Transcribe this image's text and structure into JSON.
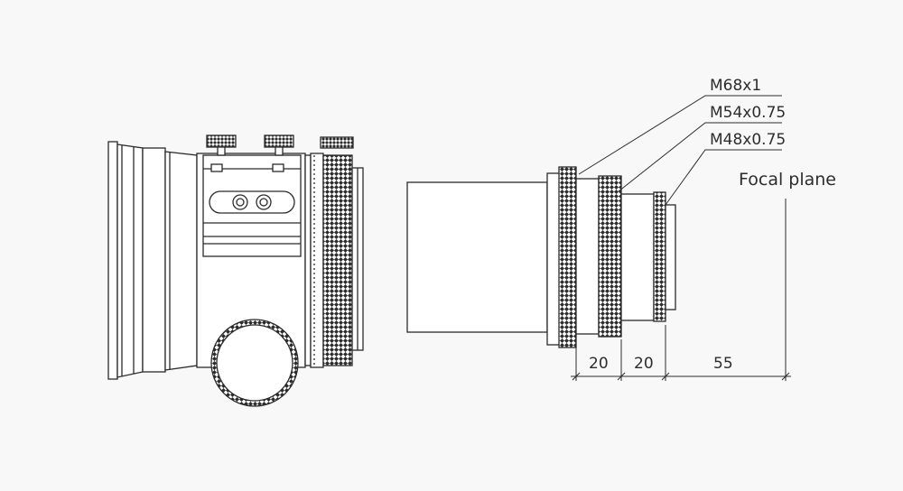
{
  "diagram": {
    "thread_labels": [
      "M68x1",
      "M54x0.75",
      "M48x0.75"
    ],
    "focal_plane_label": "Focal plane",
    "dimensions": [
      "20",
      "20",
      "55"
    ]
  },
  "colors": {
    "stroke": "#2b2b2b",
    "background": "#f8f8f8",
    "fill": "#ffffff"
  }
}
